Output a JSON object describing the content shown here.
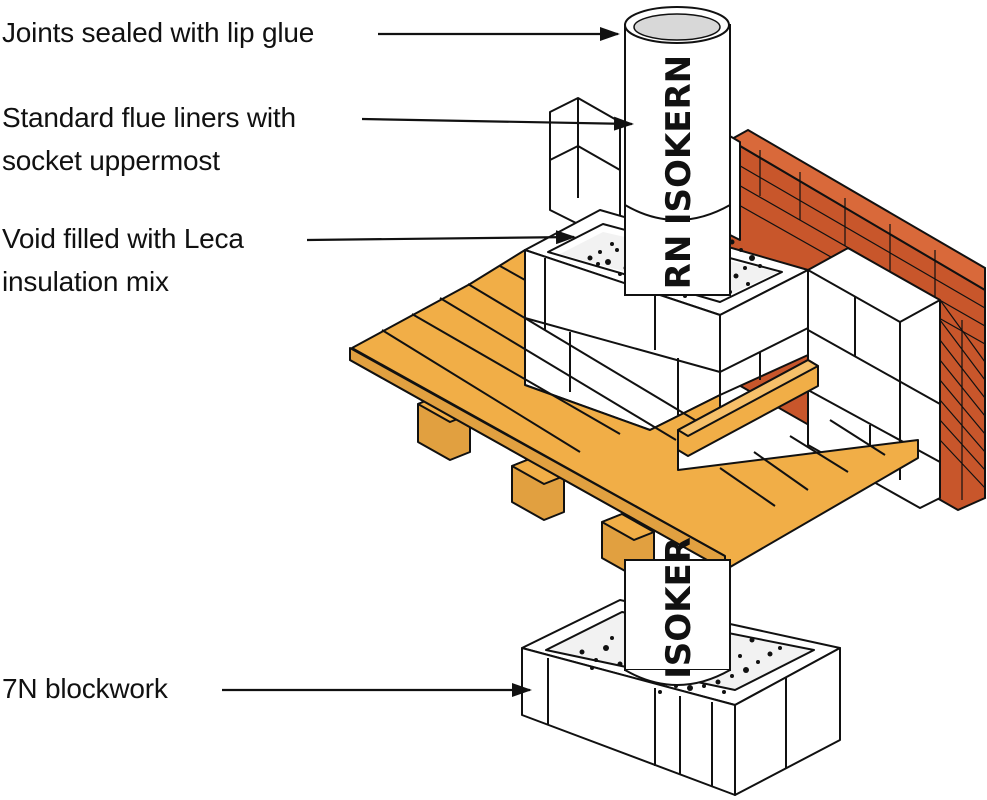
{
  "labels": {
    "joints": "Joints sealed with lip glue",
    "liners_1": "Standard flue liners with",
    "liners_2": "socket uppermost",
    "void_1": "Void filled with Leca",
    "void_2": "insulation mix",
    "blockwork": "7N blockwork"
  },
  "brand": {
    "upper_pipe": "ISOKERN",
    "upper_pipe_partial": "RN",
    "lower_pipe": "ISOKER"
  },
  "colors": {
    "timber": "#F1AE47",
    "timber_shade": "#DDA040",
    "brick": "#C8562B",
    "block": "#FFFFFF",
    "outline": "#111111"
  }
}
